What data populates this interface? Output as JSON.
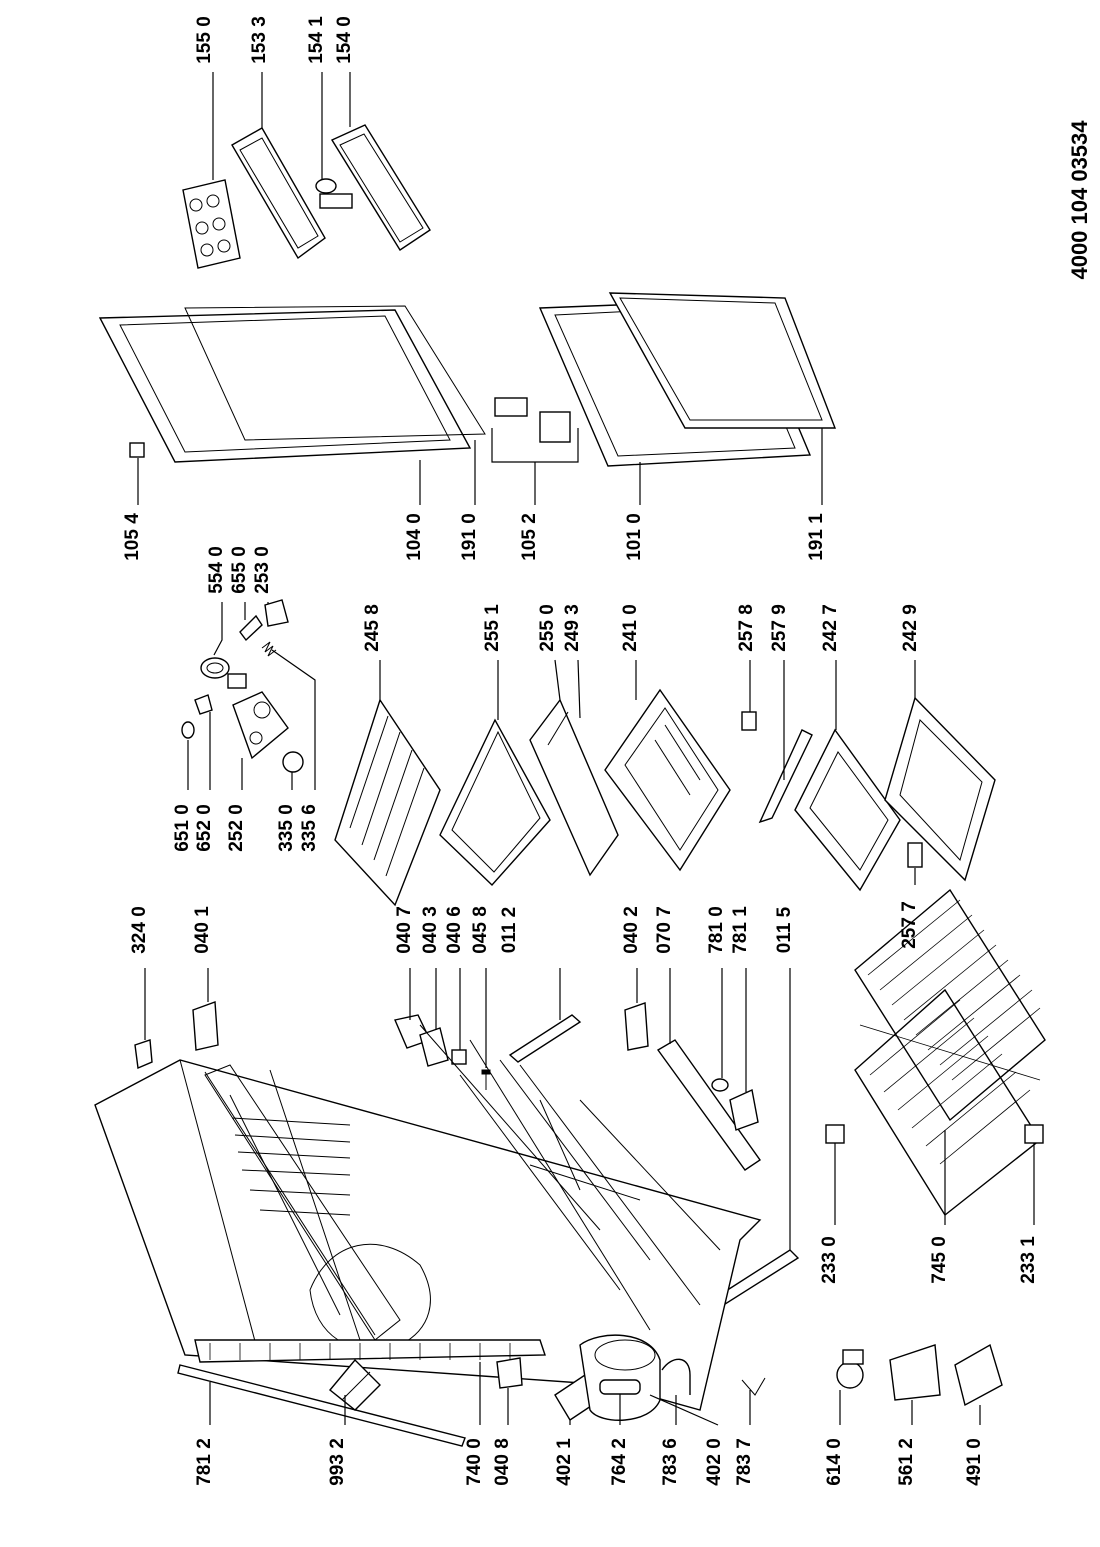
{
  "document_number": "4000 104 03534",
  "part_numbers": {
    "p1550": "155 0",
    "p1533": "153 3",
    "p1541": "154 1",
    "p1540": "154 0",
    "p1054": "105 4",
    "p5540": "554 0",
    "p6550": "655 0",
    "p2530": "253 0",
    "p1040": "104 0",
    "p1910": "191 0",
    "p1052": "105 2",
    "p1010": "101 0",
    "p1911": "191 1",
    "p2458": "245 8",
    "p2551": "255 1",
    "p2550": "255 0",
    "p2493": "249 3",
    "p2410": "241 0",
    "p2578": "257 8",
    "p2579": "257 9",
    "p2427": "242 7",
    "p2429": "242 9",
    "p6510": "651 0",
    "p6520": "652 0",
    "p2520": "252 0",
    "p3350": "335 0",
    "p3356": "335 6",
    "p3240": "324 0",
    "p0401": "040 1",
    "p0407": "040 7",
    "p0403": "040 3",
    "p0406": "040 6",
    "p0458": "045 8",
    "p0112": "011 2",
    "p0402": "040 2",
    "p0707": "070 7",
    "p7810": "781 0",
    "p7811": "781 1",
    "p0115": "011 5",
    "p2577": "257 7",
    "p2330": "233 0",
    "p7450": "745 0",
    "p2331": "233 1",
    "p7812": "781 2",
    "p9932": "993 2",
    "p7400": "740 0",
    "p0408": "040 8",
    "p4021": "402 1",
    "p7642": "764 2",
    "p7836": "783 6",
    "p4020": "402 0",
    "p7837": "783 7",
    "p6140": "614 0",
    "p5612": "561 2",
    "p4910": "491 0"
  }
}
